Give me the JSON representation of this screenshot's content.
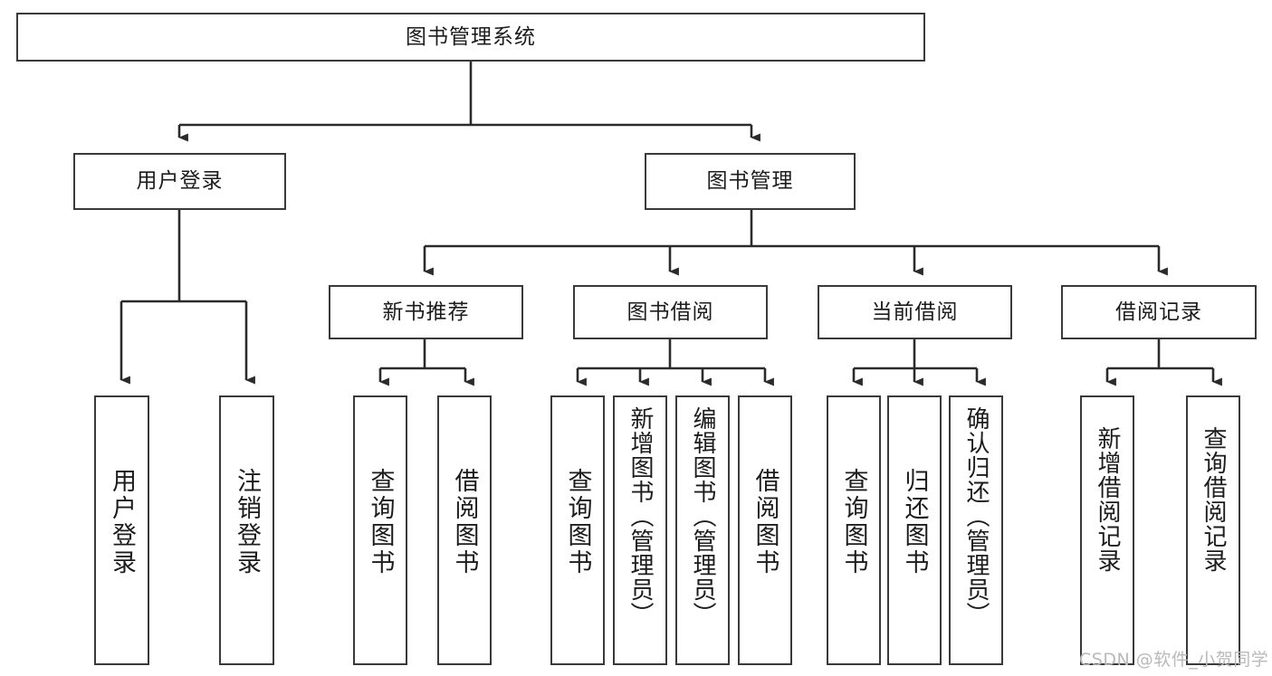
{
  "diagram": {
    "title": "图书管理系统",
    "type": "tree",
    "root": {
      "id": "root",
      "label": "图书管理系统",
      "orientation": "horizontal"
    },
    "level2": [
      {
        "id": "user-login",
        "label": "用户登录",
        "orientation": "horizontal"
      },
      {
        "id": "book-management",
        "label": "图书管理",
        "orientation": "horizontal"
      }
    ],
    "level3": [
      {
        "id": "new-book-recommend",
        "label": "新书推荐",
        "parent": "book-management",
        "orientation": "horizontal"
      },
      {
        "id": "book-borrow",
        "label": "图书借阅",
        "parent": "book-management",
        "orientation": "horizontal"
      },
      {
        "id": "current-borrow",
        "label": "当前借阅",
        "parent": "book-management",
        "orientation": "horizontal"
      },
      {
        "id": "borrow-record",
        "label": "借阅记录",
        "parent": "book-management",
        "orientation": "horizontal"
      }
    ],
    "leaves": [
      {
        "id": "leaf-user-login",
        "label": "用户登录",
        "parent": "user-login",
        "orientation": "vertical"
      },
      {
        "id": "leaf-user-logout",
        "label": "注销登录",
        "parent": "user-login",
        "orientation": "vertical"
      },
      {
        "id": "leaf-query-book-1",
        "label": "查询图书",
        "parent": "new-book-recommend",
        "orientation": "vertical"
      },
      {
        "id": "leaf-borrow-book-1",
        "label": "借阅图书",
        "parent": "new-book-recommend",
        "orientation": "vertical"
      },
      {
        "id": "leaf-query-book-2",
        "label": "查询图书",
        "parent": "book-borrow",
        "orientation": "vertical"
      },
      {
        "id": "leaf-add-book",
        "label": "新增图书（管理员）",
        "parent": "book-borrow",
        "orientation": "vertical"
      },
      {
        "id": "leaf-edit-book",
        "label": "编辑图书（管理员）",
        "parent": "book-borrow",
        "orientation": "vertical"
      },
      {
        "id": "leaf-borrow-book-2",
        "label": "借阅图书",
        "parent": "book-borrow",
        "orientation": "vertical"
      },
      {
        "id": "leaf-query-book-3",
        "label": "查询图书",
        "parent": "current-borrow",
        "orientation": "vertical"
      },
      {
        "id": "leaf-return-book",
        "label": "归还图书",
        "parent": "current-borrow",
        "orientation": "vertical"
      },
      {
        "id": "leaf-confirm-return",
        "label": "确认归还（管理员）",
        "parent": "current-borrow",
        "orientation": "vertical"
      },
      {
        "id": "leaf-add-record",
        "label": "新增借阅记录",
        "parent": "borrow-record",
        "orientation": "vertical"
      },
      {
        "id": "leaf-query-record",
        "label": "查询借阅记录",
        "parent": "borrow-record",
        "orientation": "vertical"
      }
    ],
    "watermark": "CSDN @软件_小贺同学",
    "colors": {
      "box_border": "#3a3a3a",
      "box_fill": "#ffffff",
      "edge": "#2b2b2b",
      "text": "#1c1c1c",
      "watermark": "#b9b9b9",
      "background": "#ffffff"
    }
  }
}
